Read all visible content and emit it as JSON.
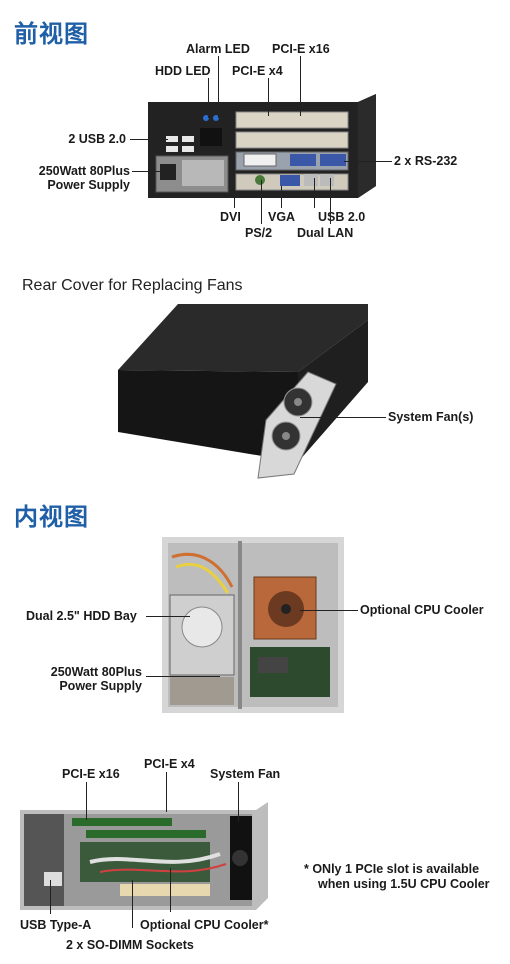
{
  "front": {
    "title": "前视图",
    "labels": {
      "alarm_led": "Alarm LED",
      "pcie_x16": "PCI-E x16",
      "hdd_led": "HDD LED",
      "pcie_x4": "PCI-E x4",
      "usb20_2x": "2 USB 2.0",
      "psu_line1": "250Watt 80Plus",
      "psu_line2": "Power Supply",
      "rs232": "2 x RS-232",
      "dvi": "DVI",
      "vga": "VGA",
      "usb20": "USB 2.0",
      "ps2": "PS/2",
      "dual_lan": "Dual LAN"
    }
  },
  "rear": {
    "title": "Rear Cover for Replacing Fans",
    "labels": {
      "system_fans": "System Fan(s)"
    }
  },
  "inner": {
    "title": "内视图",
    "labels": {
      "hdd_bay": "Dual 2.5\" HDD Bay",
      "cpu_cooler": "Optional CPU Cooler",
      "psu_line1": "250Watt 80Plus",
      "psu_line2": "Power Supply"
    }
  },
  "side": {
    "labels": {
      "pcie_x16": "PCI-E x16",
      "pcie_x4": "PCI-E x4",
      "system_fan": "System Fan",
      "usb_type_a": "USB Type-A",
      "cpu_cooler": "Optional CPU Cooler*",
      "sodimm": "2 x SO-DIMM Sockets"
    },
    "note_line1": "*  ONly 1 PCIe slot is available",
    "note_line2": "when using 1.5U CPU Cooler"
  },
  "colors": {
    "title_blue": "#1f5fa8",
    "chassis_dark": "#1c1c1c"
  }
}
